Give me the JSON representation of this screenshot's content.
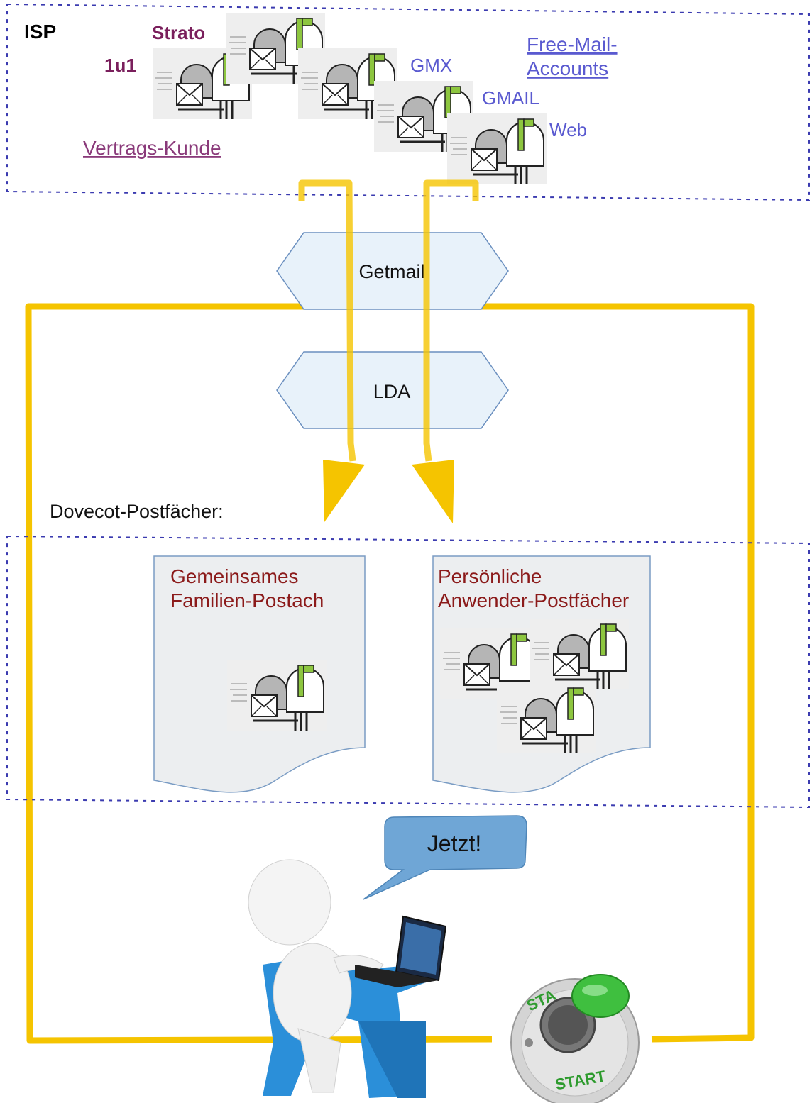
{
  "isp_region": {
    "title": "ISP",
    "providers": [
      "Strato",
      "1u1"
    ],
    "free_mail_services": [
      "GMX",
      "GMAIL",
      "Web"
    ],
    "free_mail_label_line1": "Free-Mail-",
    "free_mail_label_line2": "Accounts",
    "contract_label": "Vertrags-Kunde"
  },
  "process_steps": [
    "Getmail",
    "LDA"
  ],
  "dovecot": {
    "label": "Dovecot-Postfächer:",
    "shared_box": {
      "line1": "Gemeinsames",
      "line2": "Familien-Postach"
    },
    "personal_box": {
      "line1": "Persönliche",
      "line2": "Anwender-Postfächer"
    }
  },
  "speech_bubble": "Jetzt!",
  "start_button": {
    "top_text": "STA",
    "bottom_text": "START"
  },
  "icons": [
    "mailbox-icon",
    "person-laptop-icon",
    "start-button-icon"
  ],
  "colors": {
    "flow_line": "#f5c400",
    "dashed_border": "#3b3bb0",
    "process_fill": "#e8f2fa",
    "process_stroke": "#6a8fbf",
    "doc_fill": "#eceef0",
    "doc_stroke": "#7a9cc4",
    "speech_fill": "#6fa6d6",
    "chair_blue": "#2b8fd9",
    "button_green": "#3fbf3f"
  }
}
